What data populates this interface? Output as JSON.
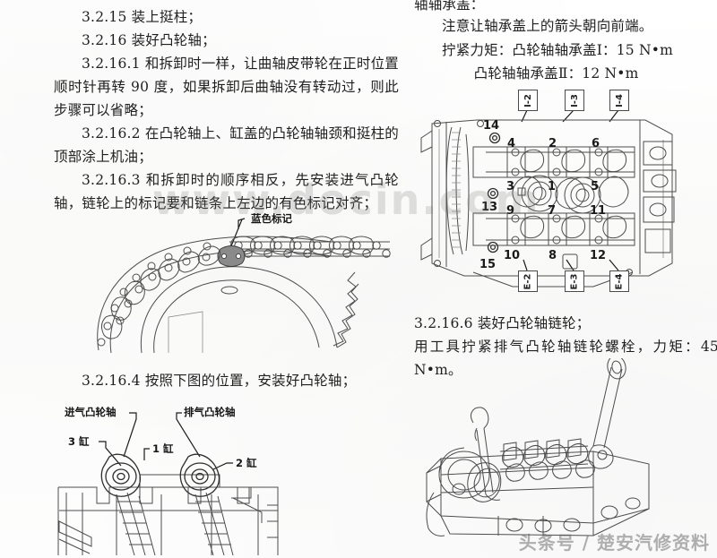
{
  "document": {
    "type": "scanned-repair-manual-page",
    "language": "zh-CN"
  },
  "left_column": {
    "paragraphs": [
      "3.2.15 装上挺柱；",
      "3.2.16 装好凸轮轴；",
      "3.2.16.1 和拆卸时一样，让曲轴皮带轮在正时位置顺时针再转 90 度，如果拆卸后曲轴没有转动过，则此步骤可以省略；",
      "3.2.16.2 在凸轮轴上、缸盖的凸轮轴轴颈和挺柱的顶部涂上机油；",
      "3.2.16.3 和拆卸时的顺序相反，先安装进气凸轮轴，链轮上的标记要和链条上左边的有色标记对齐；"
    ],
    "figure_chain": {
      "name": "timing-chain-sprocket-diagram",
      "callout": "蓝色标记"
    },
    "step_4_caption": "3.2.16.4 按照下图的位置，安装好凸轮轴；",
    "figure_camshaft": {
      "name": "camshaft-position-diagram",
      "labels": {
        "intake": "进气凸轮轴",
        "exhaust": "排气凸轮轴",
        "cyl3": "3 缸",
        "cyl1": "1 缸",
        "cyl2": "2 缸"
      }
    }
  },
  "right_column": {
    "heading_cut": "轴轴承盖：",
    "note": "注意让轴承盖上的箭头朝向前端。",
    "torque_label": "拧紧力矩：凸轮轴轴承盖Ⅰ：15 N•m",
    "torque_label2": "凸轮轴轴承盖Ⅱ：12 N•m",
    "figure_head": {
      "name": "cylinder-head-bearing-cap-sequence-diagram",
      "sequence_numbers": [
        "1",
        "2",
        "3",
        "4",
        "5",
        "6",
        "7",
        "8",
        "9",
        "10",
        "11",
        "12",
        "13",
        "14",
        "15"
      ],
      "cap_boxes_top": [
        "I-2",
        "I-3",
        "I-4"
      ],
      "cap_boxes_bottom": [
        "E-2",
        "E-3",
        "E-4"
      ]
    },
    "step_6_caption": "3.2.16.6 装好凸轮轴链轮；",
    "step_6_body": "用工具拧紧排气凸轮轴链轮螺栓，力矩：45 N•m。",
    "figure_tool": {
      "name": "cylinder-head-wrench-tool-diagram"
    }
  },
  "watermarks": {
    "center": "www.docin.com",
    "footer": "头条号 / 楚安汽修资料"
  },
  "colors": {
    "ink": "#1f1f1f",
    "line": "#4d4d4d",
    "watermark": "#787878",
    "blue_mark_fill": "#8a8a8a"
  }
}
